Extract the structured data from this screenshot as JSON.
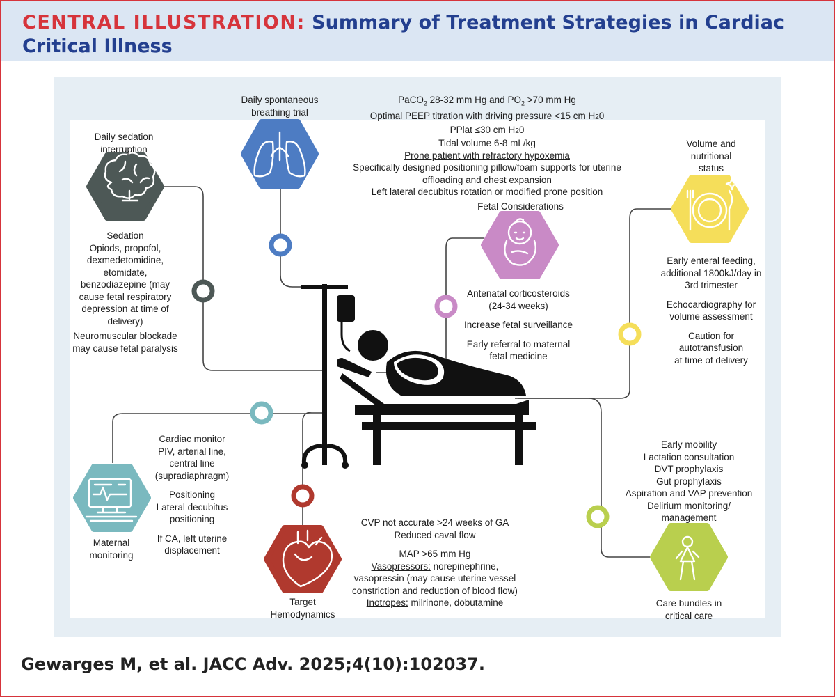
{
  "header": {
    "lead": "CENTRAL ILLUSTRATION:",
    "title": "Summary of Treatment Strategies in Cardiac Critical Illness"
  },
  "citation": "Gewarges M, et al. JACC Adv. 2025;4(10):102037.",
  "colors": {
    "accent_red": "#d6343b",
    "title_blue": "#233f8f",
    "sedation": "#4d5856",
    "breathing": "#4d7cc3",
    "fetal": "#c98ac6",
    "nutrition": "#f5de5a",
    "monitoring": "#7ab9bf",
    "hemodynamics": "#b0392e",
    "care": "#b9cf4e"
  },
  "sedation": {
    "heading": "Daily sedation interruption",
    "heading_l1": "Daily sedation",
    "heading_l2": "interruption",
    "icon": "brain-icon",
    "sub_title": "Sedation",
    "lines": [
      "Opiods, propofol,",
      "dexmedetomidine,",
      "etomidate,",
      "benzodiazepine (may",
      "cause fetal respiratory",
      "depression at time of",
      "delivery)"
    ],
    "nmb_title": "Neuromuscular blockade",
    "nmb_text": "may cause fetal paralysis"
  },
  "breathing": {
    "heading_l1": "Daily spontaneous",
    "heading_l2": "breathing trial",
    "icon": "lungs-icon"
  },
  "ventilation": {
    "line1_pre": "PaCO",
    "line1_sub1": "2",
    "line1_mid": " 28-32 mm Hg and PO",
    "line1_sub2": "2",
    "line1_post": " >70 mm Hg",
    "line2_pre": "Optimal PEEP titration with driving pressure <15 cm H",
    "line2_sub": "2",
    "line2_post": "0",
    "line3_pre": "PPlat ≤30 cm H",
    "line3_sub": "2",
    "line3_post": "0",
    "line4": "Tidal volume 6-8 mL/kg",
    "prone_title": "Prone patient with refractory hypoxemia",
    "line6": "Specifically designed positioning pillow/foam supports for uterine",
    "line7": "offloading and chest expansion",
    "line8": "Left lateral decubitus rotation or modified prone position"
  },
  "fetal": {
    "heading": "Fetal Considerations",
    "icon": "baby-icon",
    "lines": [
      "Antenatal corticosteroids",
      "(24-34 weeks)"
    ],
    "surveillance": "Increase fetal surveillance",
    "referral_l1": "Early referral to maternal",
    "referral_l2": "fetal medicine"
  },
  "nutrition": {
    "heading_l1": "Volume and",
    "heading_l2": "nutritional",
    "heading_l3": "status",
    "icon": "plate-fork-knife-icon",
    "feeding": [
      "Early enteral feeding,",
      "additional 1800kJ/day in",
      "3rd trimester"
    ],
    "echo": [
      "Echocardiography for",
      "volume assessment"
    ],
    "caution": [
      "Caution for",
      "autotransfusion",
      "at time of delivery"
    ]
  },
  "monitoring": {
    "heading_l1": "Maternal",
    "heading_l2": "monitoring",
    "icon": "monitor-icon",
    "lines1": [
      "Cardiac monitor",
      "PIV, arterial line,",
      "central line",
      "(supradiaphragm)"
    ],
    "lines2": [
      "Positioning",
      "Lateral decubitus",
      "positioning"
    ],
    "lines3": [
      "If CA, left uterine",
      "displacement"
    ]
  },
  "hemodynamics": {
    "heading_l1": "Target",
    "heading_l2": "Hemodynamics",
    "icon": "heart-icon",
    "cvp": [
      "CVP not accurate >24 weeks of GA",
      "Reduced caval flow"
    ],
    "map": "MAP >65 mm Hg",
    "vaso_title": "Vasopressors:",
    "vaso_text": " norepinephrine,",
    "vaso_l2": "vasopressin (may cause uterine vessel",
    "vaso_l3": "constriction and reduction of blood flow)",
    "ino_title": "Inotropes:",
    "ino_text": " milrinone, dobutamine"
  },
  "care": {
    "heading_l1": "Care bundles in",
    "heading_l2": "critical care",
    "icon": "walking-person-icon",
    "lines": [
      "Early mobility",
      "Lactation consultation",
      "DVT prophylaxis",
      "Gut prophylaxis",
      "Aspiration and VAP prevention",
      "Delirium monitoring/",
      "management"
    ]
  },
  "center": {
    "icon": "patient-bed-iv-icon"
  }
}
